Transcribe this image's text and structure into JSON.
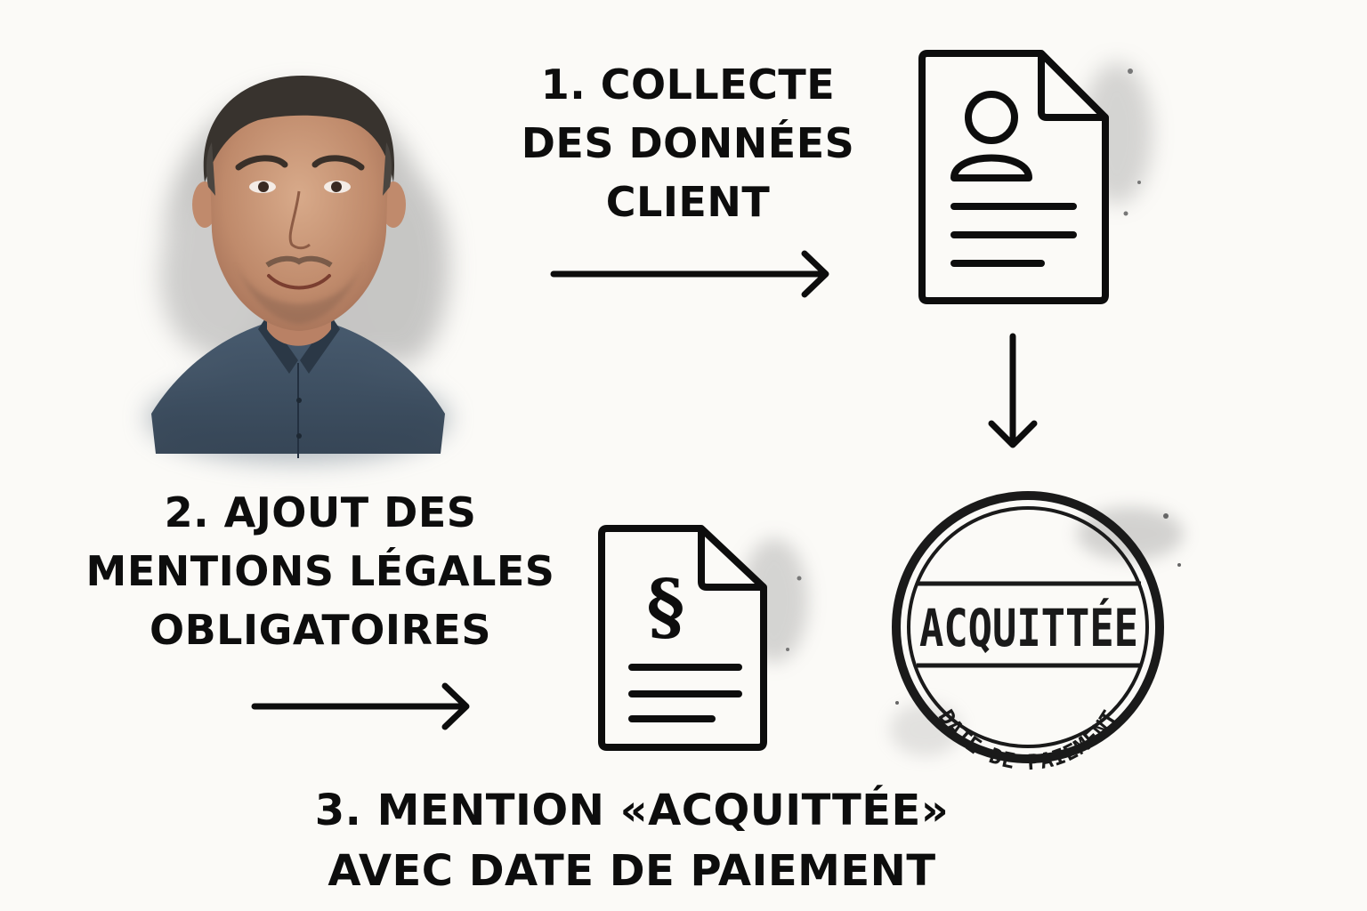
{
  "steps": [
    {
      "number": "1.",
      "lines": [
        "1. COLLECTE",
        "DES DONNÉES",
        "CLIENT"
      ]
    },
    {
      "number": "2.",
      "lines": [
        "2. AJOUT DES",
        "MENTIONS LÉGALES",
        "OBLIGATOIRES"
      ]
    },
    {
      "number": "3.",
      "lines": [
        "3. MENTION «ACQUITTÉE»",
        "AVEC DATE DE PAIEMENT"
      ]
    }
  ],
  "stamp": {
    "main": "ACQUITTÉE",
    "sub": "DATE DE PAIEMENT"
  },
  "icons": {
    "portrait": "man-portrait-watercolor",
    "client_document": "document-person-icon",
    "legal_document": "document-section-sign-icon",
    "stamp": "paid-stamp-icon"
  },
  "colors": {
    "ink": "#0d0d0d",
    "background": "#fbfaf7",
    "shirt": "#3b4d5f",
    "skin": "#c99677",
    "hair": "#3a3530"
  }
}
